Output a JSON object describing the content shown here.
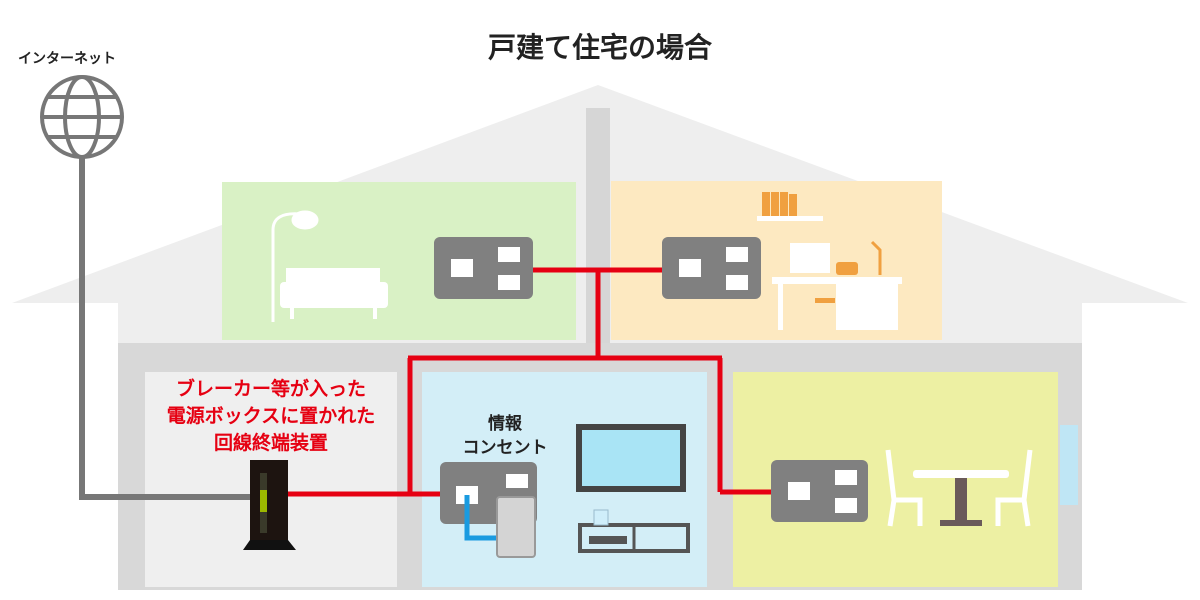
{
  "title": "戸建て住宅の場合",
  "internet_label": "インターネット",
  "onu_note": [
    "ブレーカー等が入った",
    "電源ボックスに置かれた",
    "回線終端装置"
  ],
  "info_outlet_label": [
    "情報",
    "コンセント"
  ],
  "colors": {
    "line_red": "#e60012",
    "line_gray": "#777777",
    "lan_blue": "#1a9be0"
  }
}
